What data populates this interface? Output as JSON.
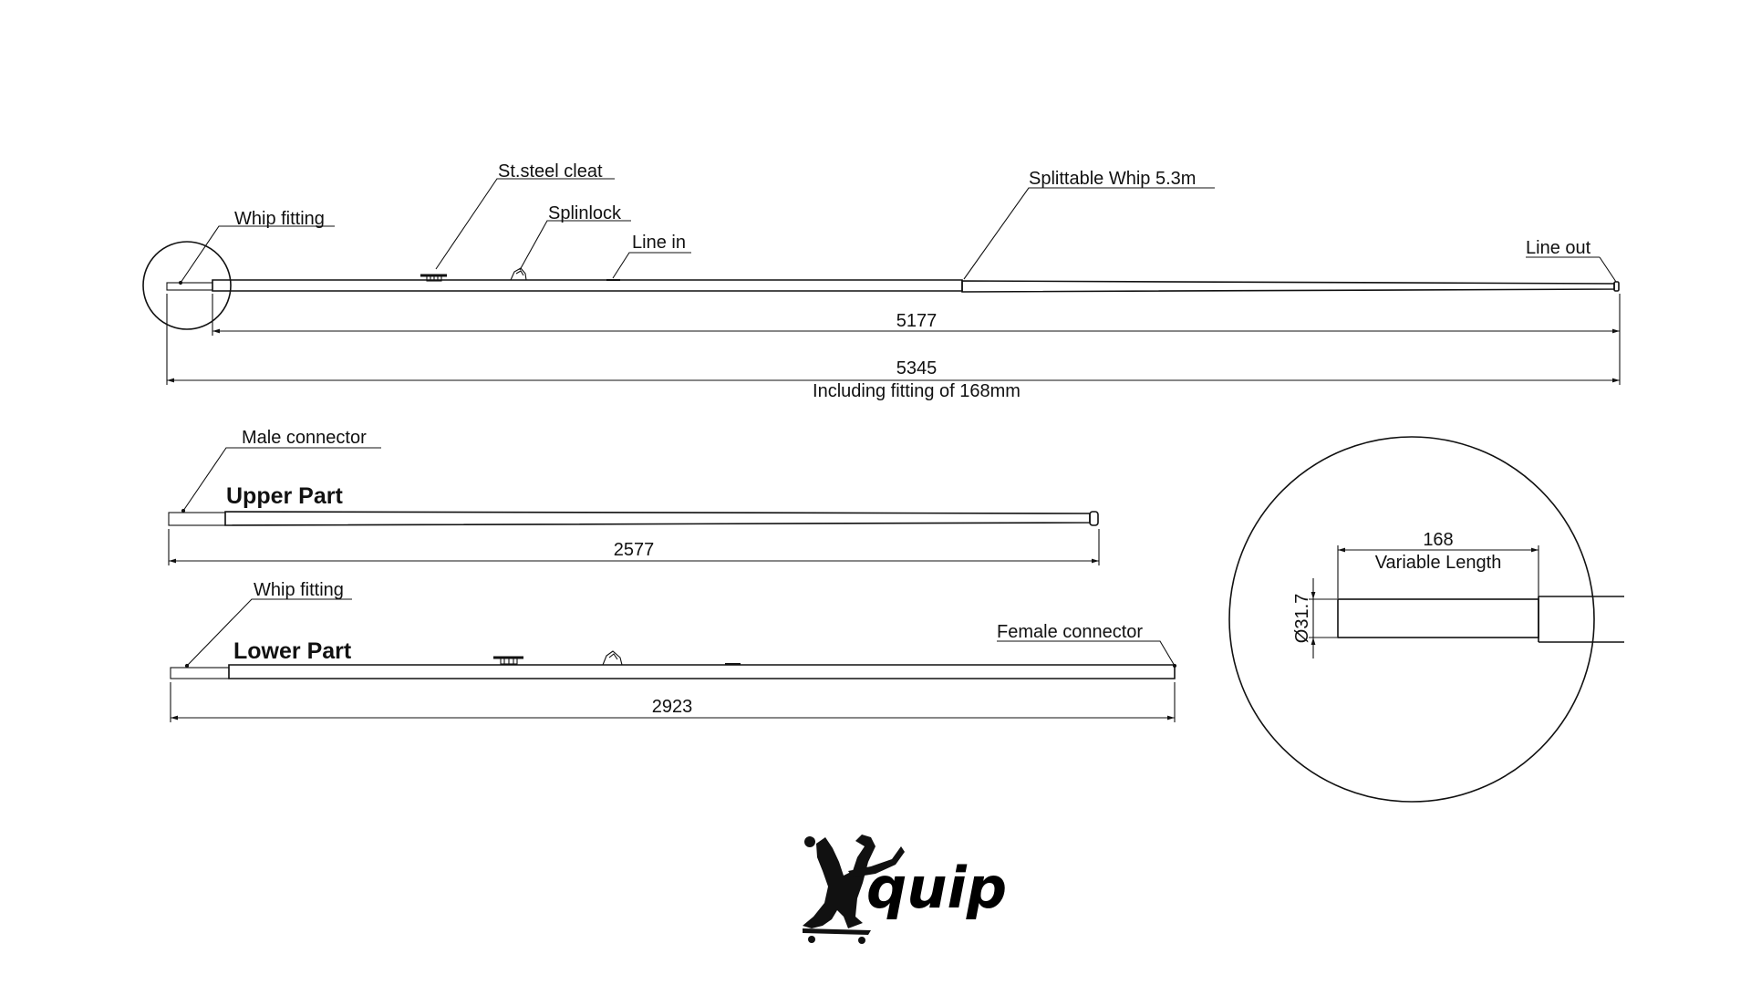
{
  "drawing": {
    "full_whip": {
      "labels": {
        "whip_fitting": "Whip fitting",
        "cleat": "St.steel cleat",
        "splinlock": "Splinlock",
        "line_in": "Line in",
        "splittable": "Splittable Whip 5.3m",
        "line_out": "Line out"
      },
      "dim_inner": "5177",
      "dim_total": "5345",
      "dim_note": "Including fitting of 168mm"
    },
    "upper": {
      "title": "Upper Part",
      "connector_label": "Male connector",
      "dim": "2577"
    },
    "lower": {
      "title": "Lower Part",
      "fitting_label": "Whip fitting",
      "connector_label": "Female connector",
      "dim": "2923"
    },
    "detail": {
      "length_dim": "168",
      "length_note": "Variable Length",
      "diameter": "Ø31.7"
    },
    "logo": {
      "text": "quip",
      "mark": "X"
    }
  }
}
